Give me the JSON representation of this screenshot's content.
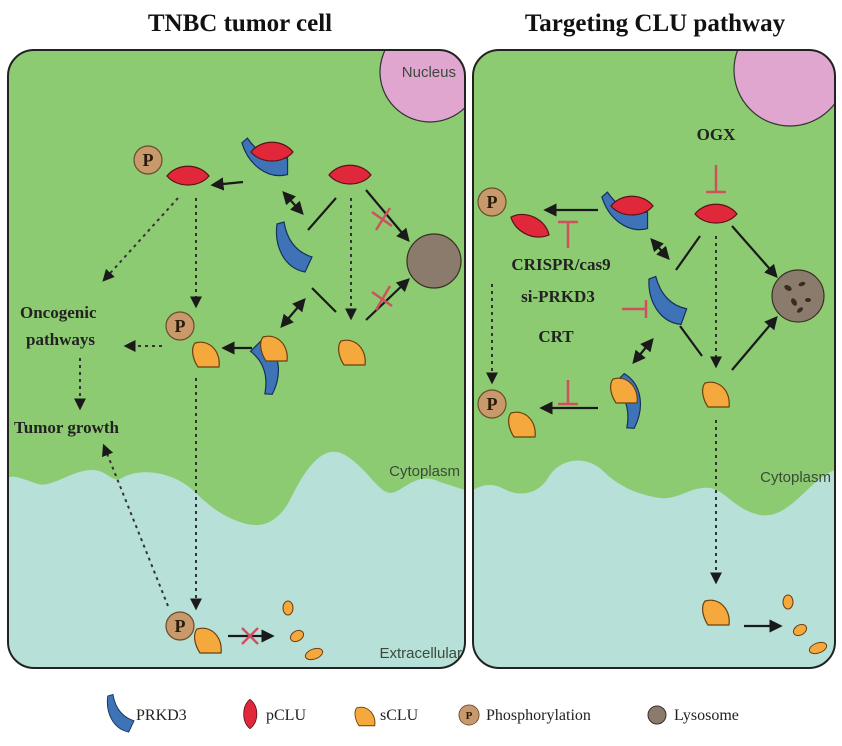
{
  "titles": {
    "left": "TNBC tumor cell",
    "right": "Targeting CLU pathway"
  },
  "regions": {
    "nucleus": "Nucleus",
    "cytoplasm": "Cytoplasm",
    "extracellular": "Extracellular"
  },
  "left_panel": {
    "oncogenic_line1": "Oncogenic",
    "oncogenic_line2": "pathways",
    "tumor_growth": "Tumor growth"
  },
  "right_panel": {
    "ogx": "OGX",
    "crispr": "CRISPR/cas9",
    "siprkd3": "si-PRKD3",
    "crt": "CRT"
  },
  "phospho_letter": "P",
  "legend": {
    "prkd3": "PRKD3",
    "pclu": "pCLU",
    "sclu": "sCLU",
    "phosphorylation": "Phosphorylation",
    "lysosome": "Lysosome"
  },
  "colors": {
    "cytoplasm": "#8dcb72",
    "extracellular": "#b7e0d8",
    "nucleus": "#e0a6d0",
    "pclu": "#e0283a",
    "sclu": "#f5a83c",
    "prkd3": "#3f73b8",
    "phospho": "#c8996b",
    "lysosome": "#8a7b6c",
    "inhibitor": "#d05060"
  }
}
